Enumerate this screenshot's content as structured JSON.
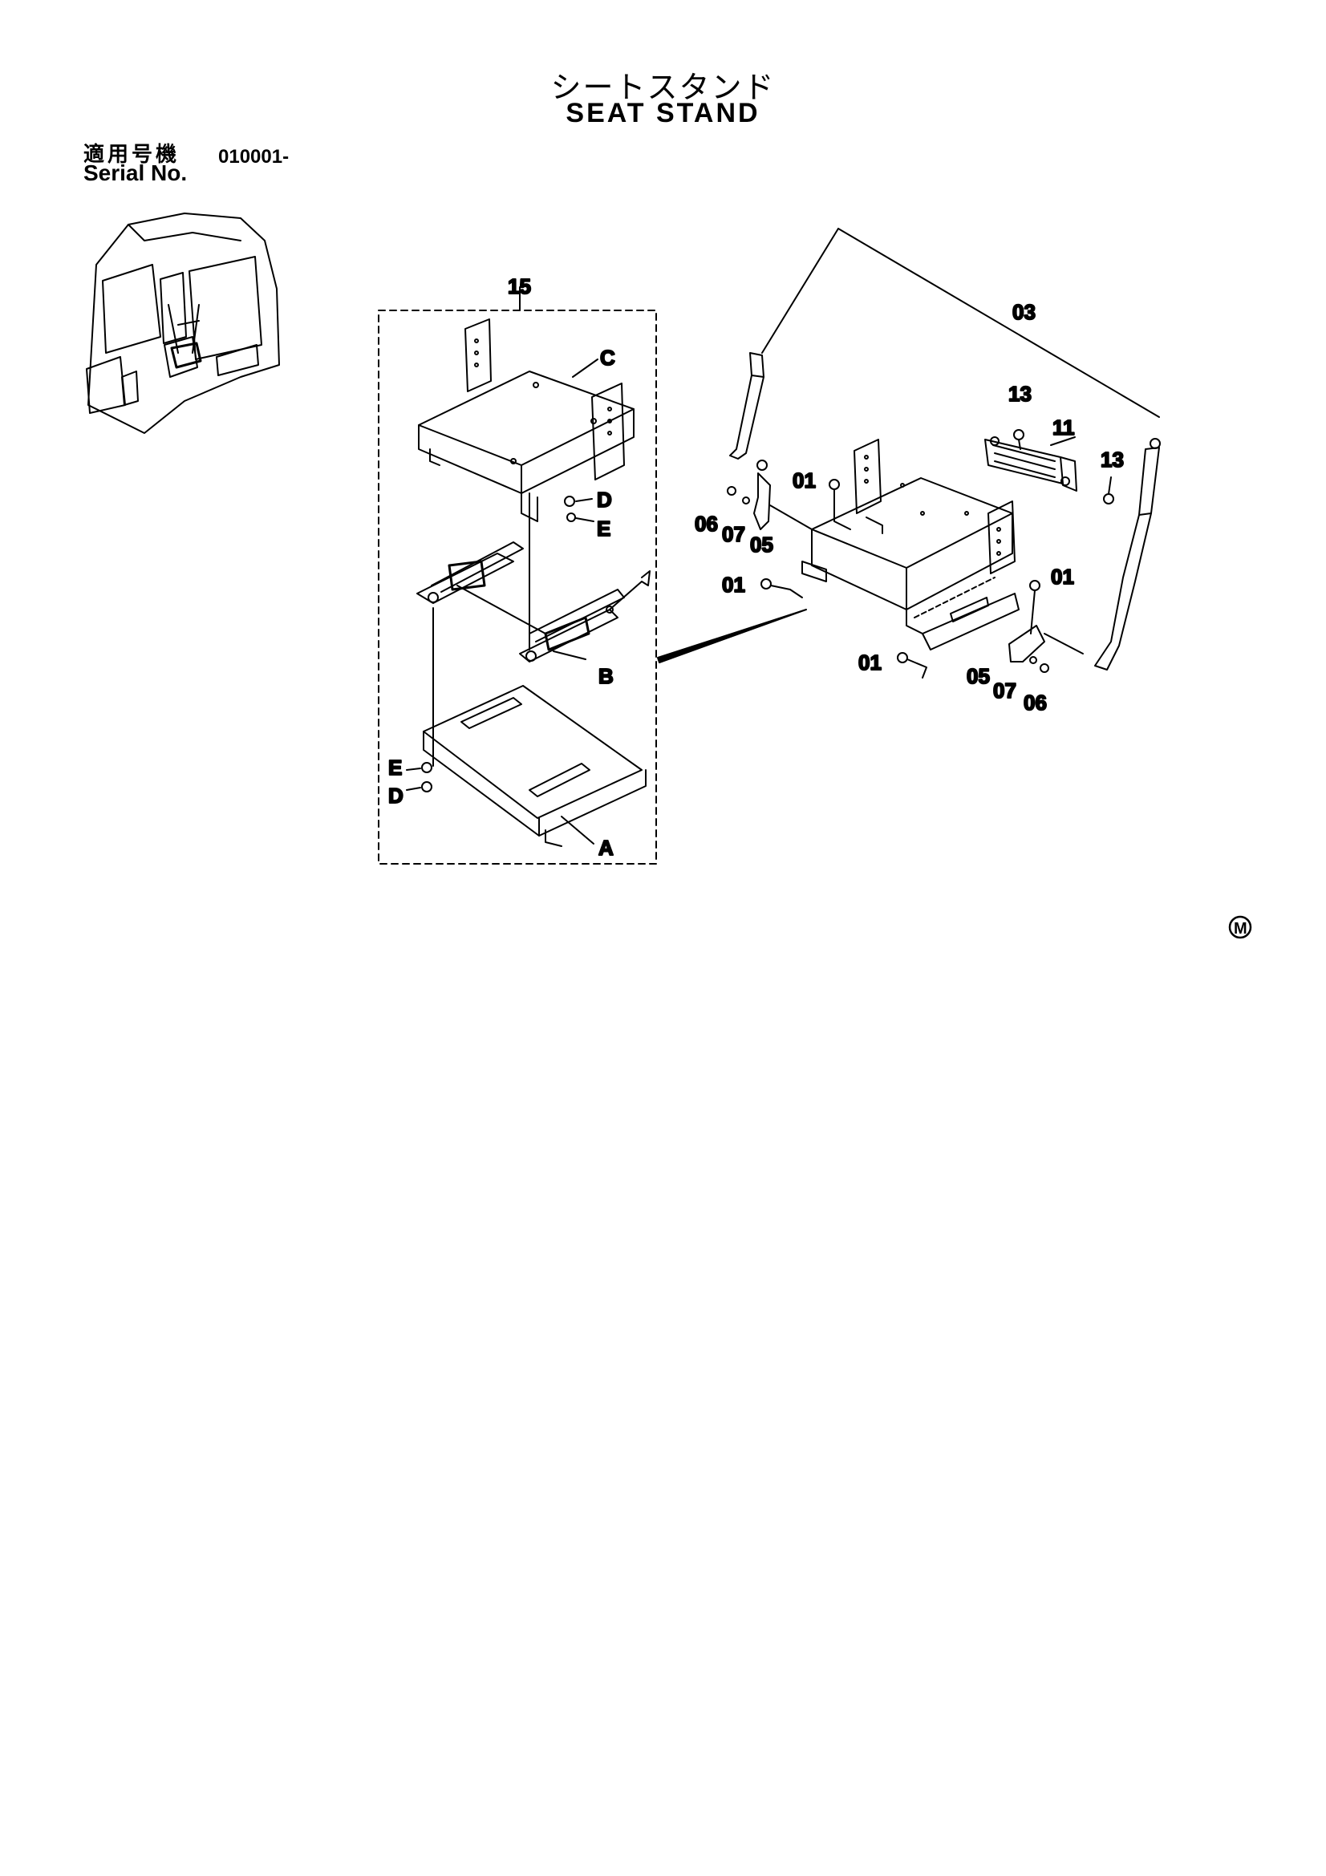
{
  "header": {
    "title_jp": "シートスタンド",
    "title_en": "SEAT STAND",
    "serial_label_jp": "適用号機",
    "serial_label_en": "Serial No.",
    "serial_value": "010001-"
  },
  "callouts": {
    "c15": "15",
    "cC": "C",
    "cD1": "D",
    "cE1": "E",
    "cB": "B",
    "cE2": "E",
    "cD2": "D",
    "cA": "A",
    "c03": "03",
    "c13a": "13",
    "c11": "11",
    "c13b": "13",
    "c01a": "01",
    "c06a": "06",
    "c07a": "07",
    "c05a": "05",
    "c01b": "01",
    "c01c": "01",
    "c01d": "01",
    "c05b": "05",
    "c07b": "07",
    "c06b": "06"
  },
  "mark": "M"
}
